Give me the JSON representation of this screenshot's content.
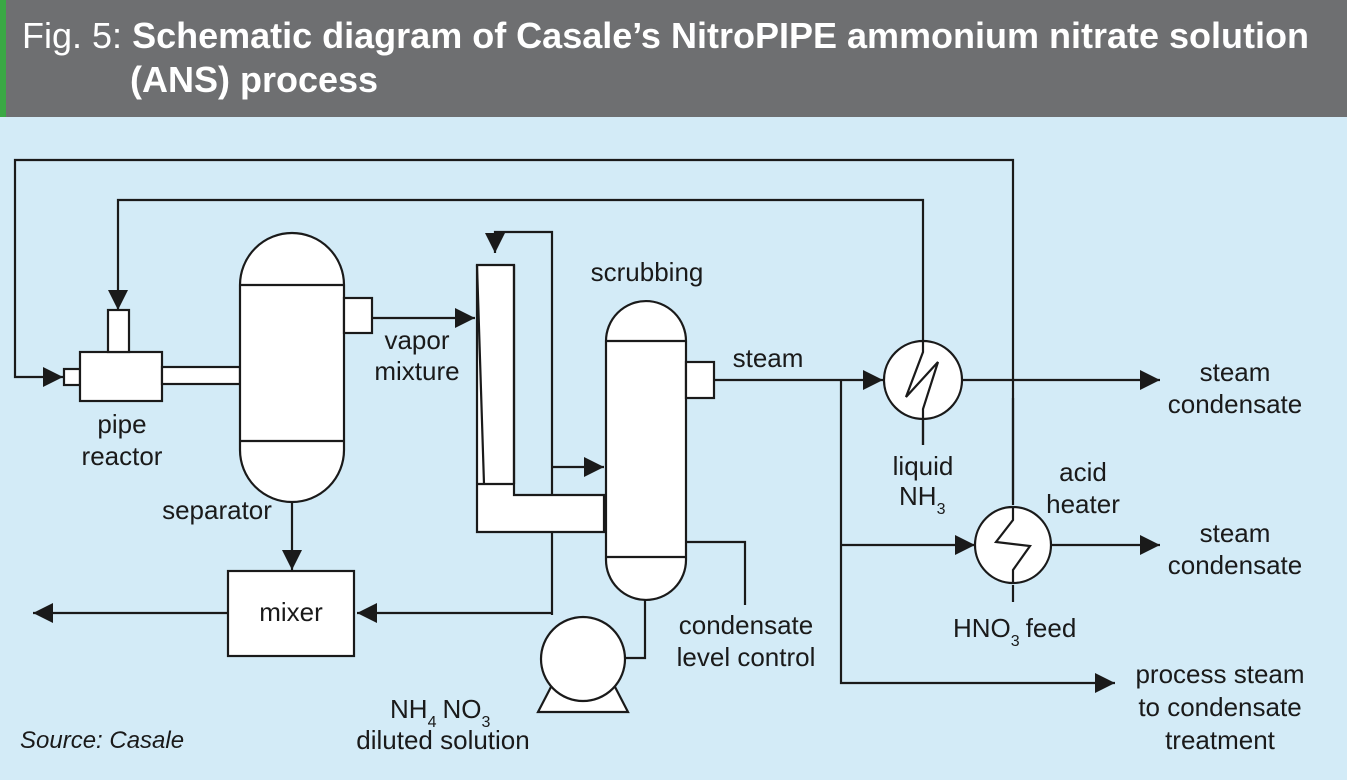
{
  "header": {
    "fig_label": "Fig. 5:",
    "title_line1": "Schematic diagram of Casale’s NitroPIPE ammonium nitrate solution",
    "title_line2": "(ANS) process",
    "accent_color": "#3aa844",
    "bar_color": "#6e6f71"
  },
  "diagram": {
    "background_color": "#d3ebf7",
    "labels": {
      "pipe": "pipe",
      "reactor": "reactor",
      "separator": "separator",
      "vapor": "vapor",
      "mixture": "mixture",
      "scrubbing": "scrubbing",
      "steam": "steam",
      "mixer": "mixer",
      "condensate": "condensate",
      "level_control": "level control",
      "nh4": "NH",
      "nh4_sub": "4",
      "no3": "NO",
      "no3_sub": "3",
      "diluted_solution": "diluted solution",
      "liquid": "liquid",
      "nh3": "NH",
      "nh3_sub": "3",
      "acid": "acid",
      "heater": "heater",
      "hno3": "HNO",
      "hno3_sub": "3",
      "feed": "feed",
      "steam_out_1": "steam",
      "condensate_out_1": "condensate",
      "steam_out_2": "steam",
      "condensate_out_2": "condensate",
      "process_steam": "process steam",
      "to_condensate": "to condensate",
      "treatment": "treatment"
    },
    "source": "Source: Casale"
  }
}
